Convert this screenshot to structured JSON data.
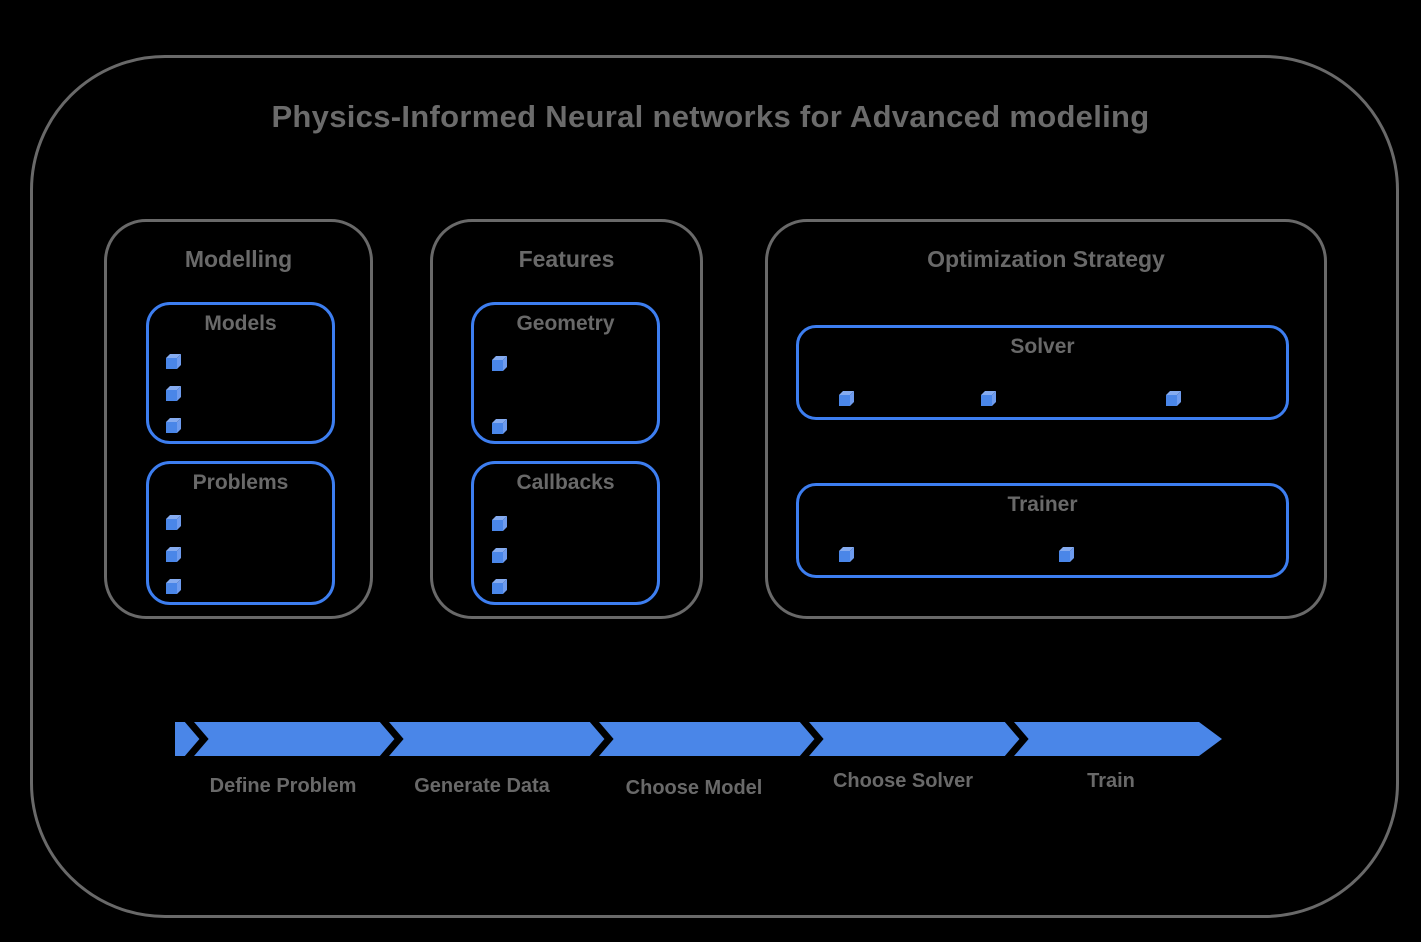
{
  "title": "Physics-Informed Neural networks for Advanced modeling",
  "sections": {
    "modelling": {
      "title": "Modelling",
      "groups": {
        "models": {
          "title": "Models",
          "bullet_count": 3
        },
        "problems": {
          "title": "Problems",
          "bullet_count": 3
        }
      }
    },
    "features": {
      "title": "Features",
      "groups": {
        "geometry": {
          "title": "Geometry",
          "bullet_count": 2
        },
        "callbacks": {
          "title": "Callbacks",
          "bullet_count": 3
        }
      }
    },
    "optimization": {
      "title": "Optimization Strategy",
      "groups": {
        "solver": {
          "title": "Solver",
          "bullet_count": 3
        },
        "trainer": {
          "title": "Trainer",
          "bullet_count": 2
        }
      }
    }
  },
  "pipeline": {
    "steps": [
      {
        "label": "Define Problem"
      },
      {
        "label": "Generate Data"
      },
      {
        "label": "Choose Model"
      },
      {
        "label": "Choose Solver"
      },
      {
        "label": "Train"
      }
    ]
  },
  "colors": {
    "accent_blue": "#4a86e8",
    "border_blue": "#3d7ef0",
    "cube_top_blue": "#85abf0",
    "cube_side_blue": "#6e9bee",
    "border_gray": "#696969",
    "text_gray": "#696969",
    "background": "#000000"
  }
}
